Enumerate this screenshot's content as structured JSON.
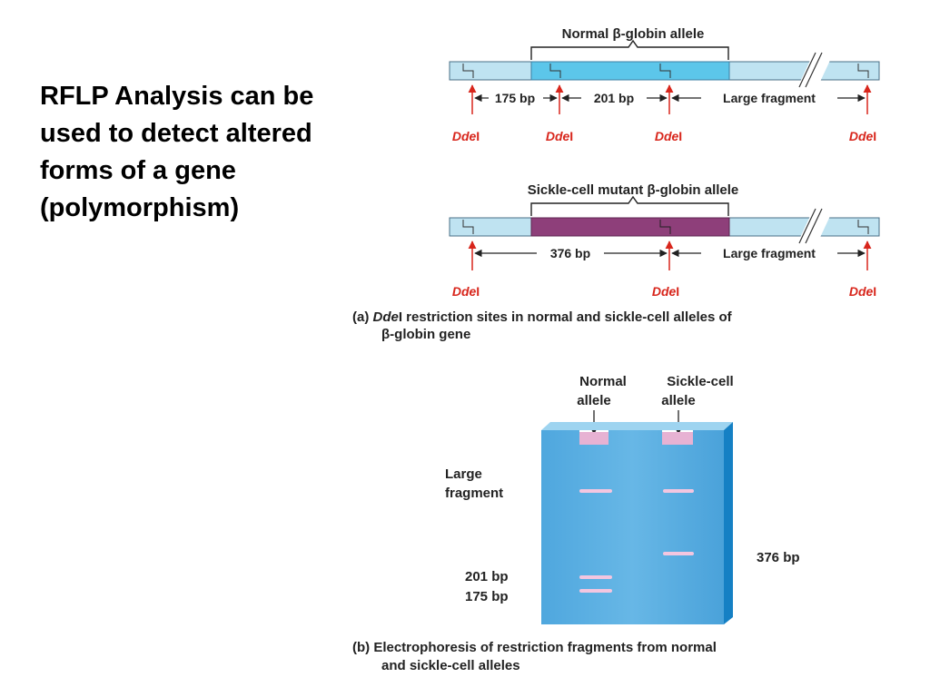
{
  "slide": {
    "title": "RFLP Analysis can be\nused to detect altered\nforms of a gene\n(polymorphism)"
  },
  "panel_a": {
    "normal_title_prefix": "Normal ",
    "beta": "β",
    "normal_title_suffix": "-globin allele",
    "mutant_title_prefix": "Sickle-cell mutant ",
    "mutant_title_suffix": "-globin allele",
    "seg_175": "175 bp",
    "seg_201": "201 bp",
    "seg_376": "376 bp",
    "large_fragment": "Large fragment",
    "enzyme_italic": "Dde",
    "enzyme_roman": "I",
    "caption_tag": "(a) ",
    "caption_line1_rest": "I restriction sites in normal and sickle-cell alleles of",
    "caption_line2_rest": "-globin gene",
    "colors": {
      "dna": "#bfe3f1",
      "normal_gene": "#5cc6ea",
      "mutant_gene": "#8e3f7a",
      "site_arrow": "#d8261c"
    }
  },
  "panel_b": {
    "lane1_line1": "Normal",
    "lane1_line2": "allele",
    "lane2_line1": "Sickle-cell",
    "lane2_line2": "allele",
    "large_line1": "Large",
    "large_line2": "fragment",
    "band_201": "201 bp",
    "band_175": "175 bp",
    "band_376": "376 bp",
    "caption_line1": "(b) Electrophoresis of restriction fragments from normal",
    "caption_line2": "and sickle-cell alleles",
    "colors": {
      "gel": "#5aaee0",
      "gel_side": "#1580c4",
      "band": "#f3c6e0"
    }
  }
}
